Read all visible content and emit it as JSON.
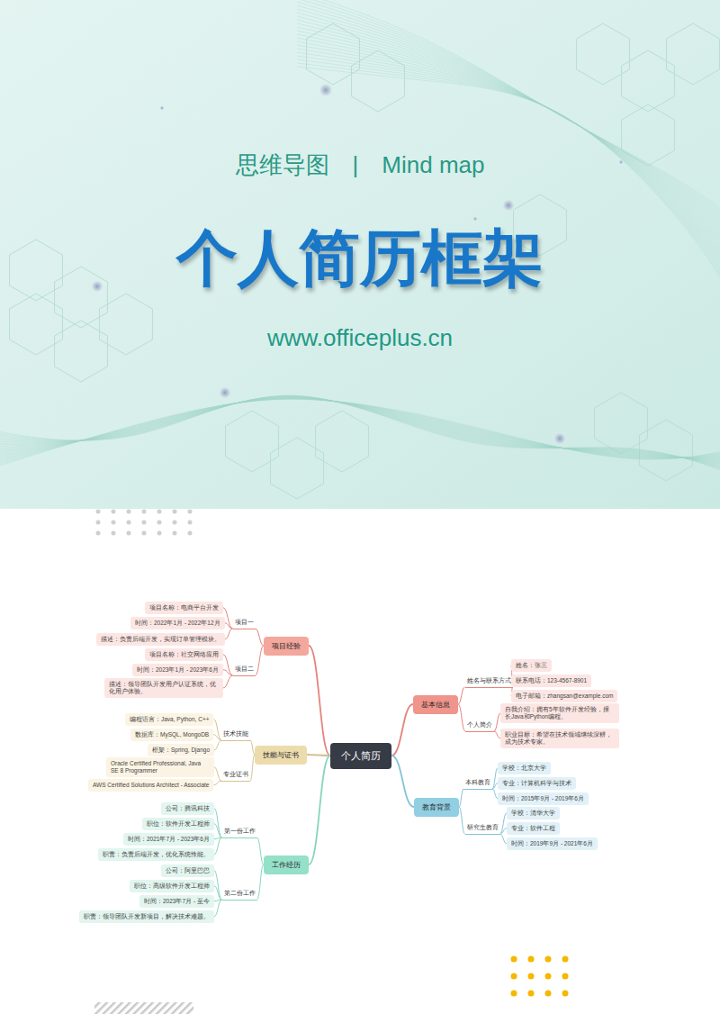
{
  "diagram": {
    "title": "个人简历框架",
    "nodes": [
      {
        "text": [
          "个人简历"
        ]
      },
      {
        "text": [
          "项目经验"
        ]
      },
      {
        "text": [
          "项目一"
        ]
      },
      {
        "text": [
          "项目名称：电商平台开发"
        ]
      },
      {
        "text": [
          "时间：2022年1月 - 2022年12月"
        ]
      },
      {
        "text": [
          "描述：负责后端开发，实现订单管理模块。"
        ]
      },
      {
        "text": [
          "项目二"
        ]
      },
      {
        "text": [
          "项目名称：社交网络应用"
        ]
      },
      {
        "text": [
          "时间：2023年1月 - 2023年6月"
        ]
      },
      {
        "text": [
          "描述：领导团队开发用户认证系统，优化用户体验。"
        ]
      },
      {
        "text": [
          "技能与证书"
        ]
      },
      {
        "text": [
          "技术技能"
        ]
      },
      {
        "text": [
          "编程语言：Java, Python, C++"
        ]
      },
      {
        "text": [
          "数据库：MySQL, MongoDB"
        ]
      },
      {
        "text": [
          "框架：Spring, Django"
        ]
      },
      {
        "text": [
          "专业证书"
        ]
      },
      {
        "text": [
          "Oracle Certified Professional, Java SE 8 Programmer"
        ]
      },
      {
        "text": [
          "AWS Certified Solutions Architect - Associate"
        ]
      },
      {
        "text": [
          "工作经历"
        ]
      },
      {
        "text": [
          "第一份工作"
        ]
      },
      {
        "text": [
          "公司：腾讯科技"
        ]
      },
      {
        "text": [
          "职位：软件开发工程师"
        ]
      },
      {
        "text": [
          "时间：2021年7月 - 2023年6月"
        ]
      },
      {
        "text": [
          "职责：负责后端开发，优化系统性能。"
        ]
      },
      {
        "text": [
          "第二份工作"
        ]
      },
      {
        "text": [
          "公司：阿里巴巴"
        ]
      },
      {
        "text": [
          "职位：高级软件开发工程师"
        ]
      },
      {
        "text": [
          "时间：2023年7月 - 至今"
        ]
      },
      {
        "text": [
          "职责：领导团队开发新项目，解决技术难题。"
        ]
      },
      {
        "text": [
          "基本信息"
        ]
      },
      {
        "text": [
          "姓名与联系方式"
        ]
      },
      {
        "text": [
          "姓名：张三"
        ]
      },
      {
        "text": [
          "联系电话：123-4567-8901"
        ]
      },
      {
        "text": [
          "电子邮箱：zhangsan@example.com"
        ]
      },
      {
        "text": [
          "个人简介"
        ]
      },
      {
        "text": [
          "自我介绍：拥有5年软件开发经验，擅长Java和Python编程。"
        ]
      },
      {
        "text": [
          "职业目标：希望在技术领域继续深耕，成为技术专家。"
        ]
      },
      {
        "text": [
          "教育背景"
        ]
      },
      {
        "text": [
          "本科教育"
        ]
      },
      {
        "text": [
          "学校：北京大学"
        ]
      },
      {
        "text": [
          "专业：计算机科学与技术"
        ]
      },
      {
        "text": [
          "时间：2015年9月 - 2019年6月"
        ]
      },
      {
        "text": [
          "研究生教育"
        ]
      },
      {
        "text": [
          "学校：清华大学"
        ]
      },
      {
        "text": [
          "专业：软件工程"
        ]
      },
      {
        "text": [
          "时间：2019年9月 - 2021年6月"
        ]
      }
    ],
    "edges": [
      {
        "from": 0,
        "to": 1,
        "arrow": "none"
      },
      {
        "from": 1,
        "to": 2,
        "arrow": "none"
      },
      {
        "from": 2,
        "to": 3,
        "arrow": "none"
      },
      {
        "from": 2,
        "to": 4,
        "arrow": "none"
      },
      {
        "from": 2,
        "to": 5,
        "arrow": "none"
      },
      {
        "from": 1,
        "to": 6,
        "arrow": "none"
      },
      {
        "from": 6,
        "to": 7,
        "arrow": "none"
      },
      {
        "from": 6,
        "to": 8,
        "arrow": "none"
      },
      {
        "from": 6,
        "to": 9,
        "arrow": "none"
      },
      {
        "from": 0,
        "to": 10,
        "arrow": "none"
      },
      {
        "from": 10,
        "to": 11,
        "arrow": "none"
      },
      {
        "from": 11,
        "to": 12,
        "arrow": "none"
      },
      {
        "from": 11,
        "to": 13,
        "arrow": "none"
      },
      {
        "from": 11,
        "to": 14,
        "arrow": "none"
      },
      {
        "from": 10,
        "to": 15,
        "arrow": "none"
      },
      {
        "from": 15,
        "to": 16,
        "arrow": "none"
      },
      {
        "from": 15,
        "to": 17,
        "arrow": "none"
      },
      {
        "from": 0,
        "to": 18,
        "arrow": "none"
      },
      {
        "from": 18,
        "to": 19,
        "arrow": "none"
      },
      {
        "from": 19,
        "to": 20,
        "arrow": "none"
      },
      {
        "from": 19,
        "to": 21,
        "arrow": "none"
      },
      {
        "from": 19,
        "to": 22,
        "arrow": "none"
      },
      {
        "from": 19,
        "to": 23,
        "arrow": "none"
      },
      {
        "from": 18,
        "to": 24,
        "arrow": "none"
      },
      {
        "from": 24,
        "to": 25,
        "arrow": "none"
      },
      {
        "from": 24,
        "to": 26,
        "arrow": "none"
      },
      {
        "from": 24,
        "to": 27,
        "arrow": "none"
      },
      {
        "from": 24,
        "to": 28,
        "arrow": "none"
      },
      {
        "from": 0,
        "to": 29,
        "arrow": "none"
      },
      {
        "from": 29,
        "to": 30,
        "arrow": "none"
      },
      {
        "from": 30,
        "to": 31,
        "arrow": "none"
      },
      {
        "from": 30,
        "to": 32,
        "arrow": "none"
      },
      {
        "from": 30,
        "to": 33,
        "arrow": "none"
      },
      {
        "from": 29,
        "to": 34,
        "arrow": "none"
      },
      {
        "from": 34,
        "to": 35,
        "arrow": "none"
      },
      {
        "from": 34,
        "to": 36,
        "arrow": "none"
      },
      {
        "from": 0,
        "to": 37,
        "arrow": "none"
      },
      {
        "from": 37,
        "to": 38,
        "arrow": "none"
      },
      {
        "from": 38,
        "to": 39,
        "arrow": "none"
      },
      {
        "from": 38,
        "to": 40,
        "arrow": "none"
      },
      {
        "from": 38,
        "to": 41,
        "arrow": "none"
      },
      {
        "from": 37,
        "to": 42,
        "arrow": "none"
      },
      {
        "from": 42,
        "to": 43,
        "arrow": "none"
      },
      {
        "from": 42,
        "to": 44,
        "arrow": "none"
      },
      {
        "from": 42,
        "to": 45,
        "arrow": "none"
      }
    ],
    "labels": [
      "思维导图",
      "|",
      "Mind map",
      "www.officeplus.cn"
    ]
  }
}
